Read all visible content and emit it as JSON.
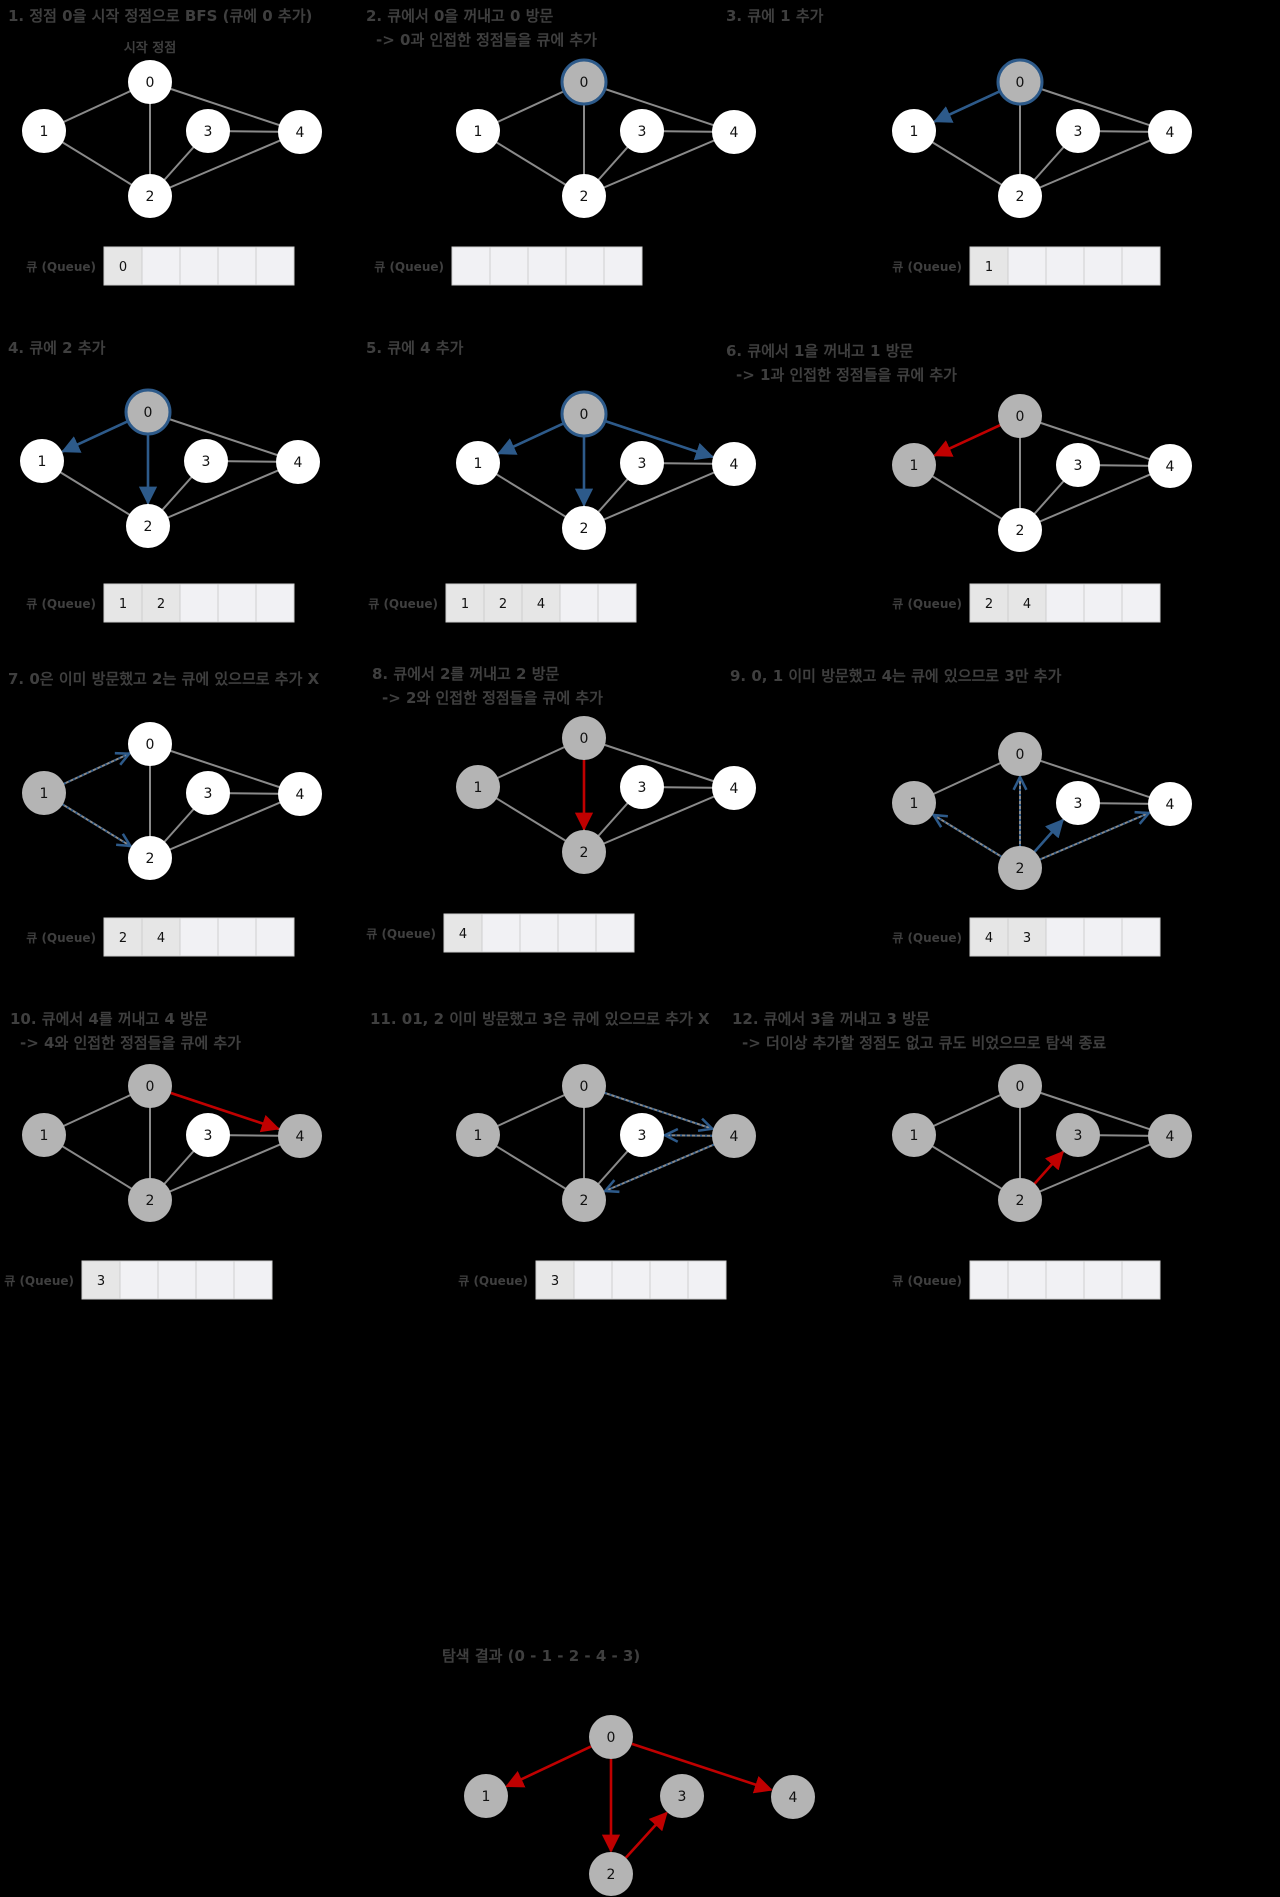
{
  "colors": {
    "background": "#000000",
    "text": "#3f3f3f",
    "visited_node": "#b4b4b4",
    "unvisited_node": "#ffffff",
    "current_node_border": "#2d5a8a",
    "blue_arrow": "#2d5a8a",
    "red_arrow": "#c00000",
    "edge": "#8a8a8a",
    "queue_filled": "#e6e6e6",
    "queue_empty": "#f1f1f4"
  },
  "queue_label": "큐 (Queue)",
  "start_label": "시작 정점",
  "panels": [
    {
      "id": 1,
      "title": "1. 정점 0을 시작 정점으로 BFS (큐에 0 추가)",
      "subtitle": "",
      "start_label": true,
      "visited": [],
      "current": null,
      "queue": [
        "0"
      ],
      "arrows": []
    },
    {
      "id": 2,
      "title": "2. 큐에서 0을 꺼내고 0 방문",
      "subtitle": "-> 0과 인접한 정점들을 큐에 추가",
      "visited": [
        0
      ],
      "current": 0,
      "queue": [],
      "arrows": []
    },
    {
      "id": 3,
      "title": "3. 큐에 1 추가",
      "subtitle": "",
      "visited": [
        0
      ],
      "current": 0,
      "queue": [
        "1"
      ],
      "arrows": [
        {
          "from": 0,
          "to": 1,
          "style": "blue"
        }
      ]
    },
    {
      "id": 4,
      "title": "4. 큐에 2 추가",
      "subtitle": "",
      "visited": [
        0
      ],
      "current": 0,
      "queue": [
        "1",
        "2"
      ],
      "arrows": [
        {
          "from": 0,
          "to": 1,
          "style": "blue"
        },
        {
          "from": 0,
          "to": 2,
          "style": "blue"
        }
      ]
    },
    {
      "id": 5,
      "title": "5. 큐에 4 추가",
      "subtitle": "",
      "visited": [
        0
      ],
      "current": 0,
      "queue": [
        "1",
        "2",
        "4"
      ],
      "arrows": [
        {
          "from": 0,
          "to": 1,
          "style": "blue"
        },
        {
          "from": 0,
          "to": 2,
          "style": "blue"
        },
        {
          "from": 0,
          "to": 4,
          "style": "blue"
        }
      ]
    },
    {
      "id": 6,
      "title": "6. 큐에서 1을 꺼내고 1 방문",
      "subtitle": "-> 1과 인접한 정점들을 큐에 추가",
      "visited": [
        0,
        1
      ],
      "current": null,
      "queue": [
        "2",
        "4"
      ],
      "arrows": [
        {
          "from": 0,
          "to": 1,
          "style": "red"
        }
      ]
    },
    {
      "id": 7,
      "title": "7. 0은 이미 방문했고 2는 큐에 있으므로 추가 X",
      "subtitle": "",
      "visited": [
        1
      ],
      "current": null,
      "queue": [
        "2",
        "4"
      ],
      "arrows": [
        {
          "from": 1,
          "to": 0,
          "style": "dotted"
        },
        {
          "from": 1,
          "to": 2,
          "style": "dotted"
        }
      ]
    },
    {
      "id": 8,
      "title": "8. 큐에서 2를 꺼내고 2 방문",
      "subtitle": "-> 2와 인접한 정점들을 큐에 추가",
      "visited": [
        0,
        1,
        2
      ],
      "current": null,
      "queue": [
        "4"
      ],
      "arrows": [
        {
          "from": 0,
          "to": 2,
          "style": "red"
        }
      ]
    },
    {
      "id": 9,
      "title": "9. 0, 1 이미 방문했고 4는 큐에 있으므로 3만 추가",
      "subtitle": "",
      "visited": [
        0,
        1,
        2
      ],
      "current": null,
      "queue": [
        "4",
        "3"
      ],
      "arrows": [
        {
          "from": 2,
          "to": 1,
          "style": "dotted"
        },
        {
          "from": 2,
          "to": 0,
          "style": "dotted"
        },
        {
          "from": 2,
          "to": 4,
          "style": "dotted"
        },
        {
          "from": 2,
          "to": 3,
          "style": "blue"
        }
      ]
    },
    {
      "id": 10,
      "title": "10. 큐에서 4를 꺼내고 4 방문",
      "subtitle": "-> 4와 인접한 정점들을 큐에 추가",
      "visited": [
        0,
        1,
        2,
        4
      ],
      "current": null,
      "queue": [
        "3"
      ],
      "arrows": [
        {
          "from": 0,
          "to": 4,
          "style": "red"
        }
      ]
    },
    {
      "id": 11,
      "title": "11. 01, 2 이미 방문했고 3은 큐에 있으므로 추가 X",
      "subtitle": "",
      "visited": [
        0,
        1,
        2,
        4
      ],
      "current": null,
      "queue": [
        "3"
      ],
      "arrows": [
        {
          "from": 0,
          "to": 4,
          "style": "dotted_rev"
        },
        {
          "from": 4,
          "to": 3,
          "style": "dotted"
        },
        {
          "from": 4,
          "to": 2,
          "style": "dotted"
        }
      ]
    },
    {
      "id": 12,
      "title": "12. 큐에서 3을 꺼내고 3 방문",
      "subtitle": "-> 더이상 추가할 정점도 없고 큐도 비었으므로 탐색 종료",
      "visited": [
        0,
        1,
        2,
        3,
        4
      ],
      "current": null,
      "queue": [],
      "arrows": [
        {
          "from": 2,
          "to": 3,
          "style": "red"
        }
      ]
    }
  ],
  "result": {
    "title": "탐색 결과 (0 - 1 - 2 - 4 - 3)",
    "nodes": [
      "0",
      "1",
      "2",
      "3",
      "4"
    ],
    "arrows": [
      {
        "from": 0,
        "to": 1
      },
      {
        "from": 0,
        "to": 2
      },
      {
        "from": 0,
        "to": 4
      },
      {
        "from": 2,
        "to": 3
      }
    ]
  },
  "node_labels": [
    "0",
    "1",
    "2",
    "3",
    "4"
  ]
}
